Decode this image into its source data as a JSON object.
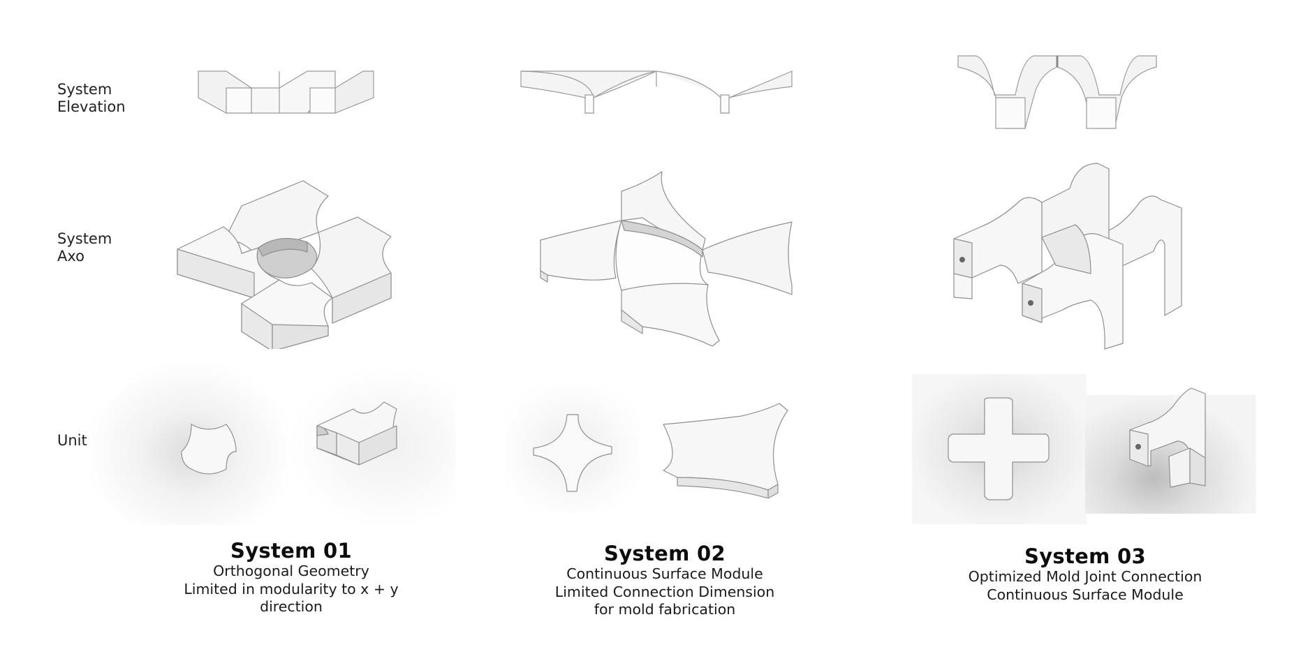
{
  "rows": {
    "elevation_label": "System\nElevation",
    "axo_label": "System\nAxo",
    "unit_label": "Unit"
  },
  "systems": [
    {
      "title": "System 01",
      "lines": [
        "Orthogonal Geometry",
        "Limited in modularity to x + y",
        "direction"
      ]
    },
    {
      "title": "System 02",
      "lines": [
        "Continuous Surface Module",
        "Limited Connection Dimension",
        "for mold fabrication"
      ]
    },
    {
      "title": "System 03",
      "lines": [
        "Optimized Mold Joint Connection",
        "Continuous Surface Module"
      ]
    }
  ],
  "colors": {
    "surface": "#f6f6f6",
    "side": "#e6e6e6",
    "edge": "#9a9a9a",
    "shadow": "#c9c9c9"
  }
}
